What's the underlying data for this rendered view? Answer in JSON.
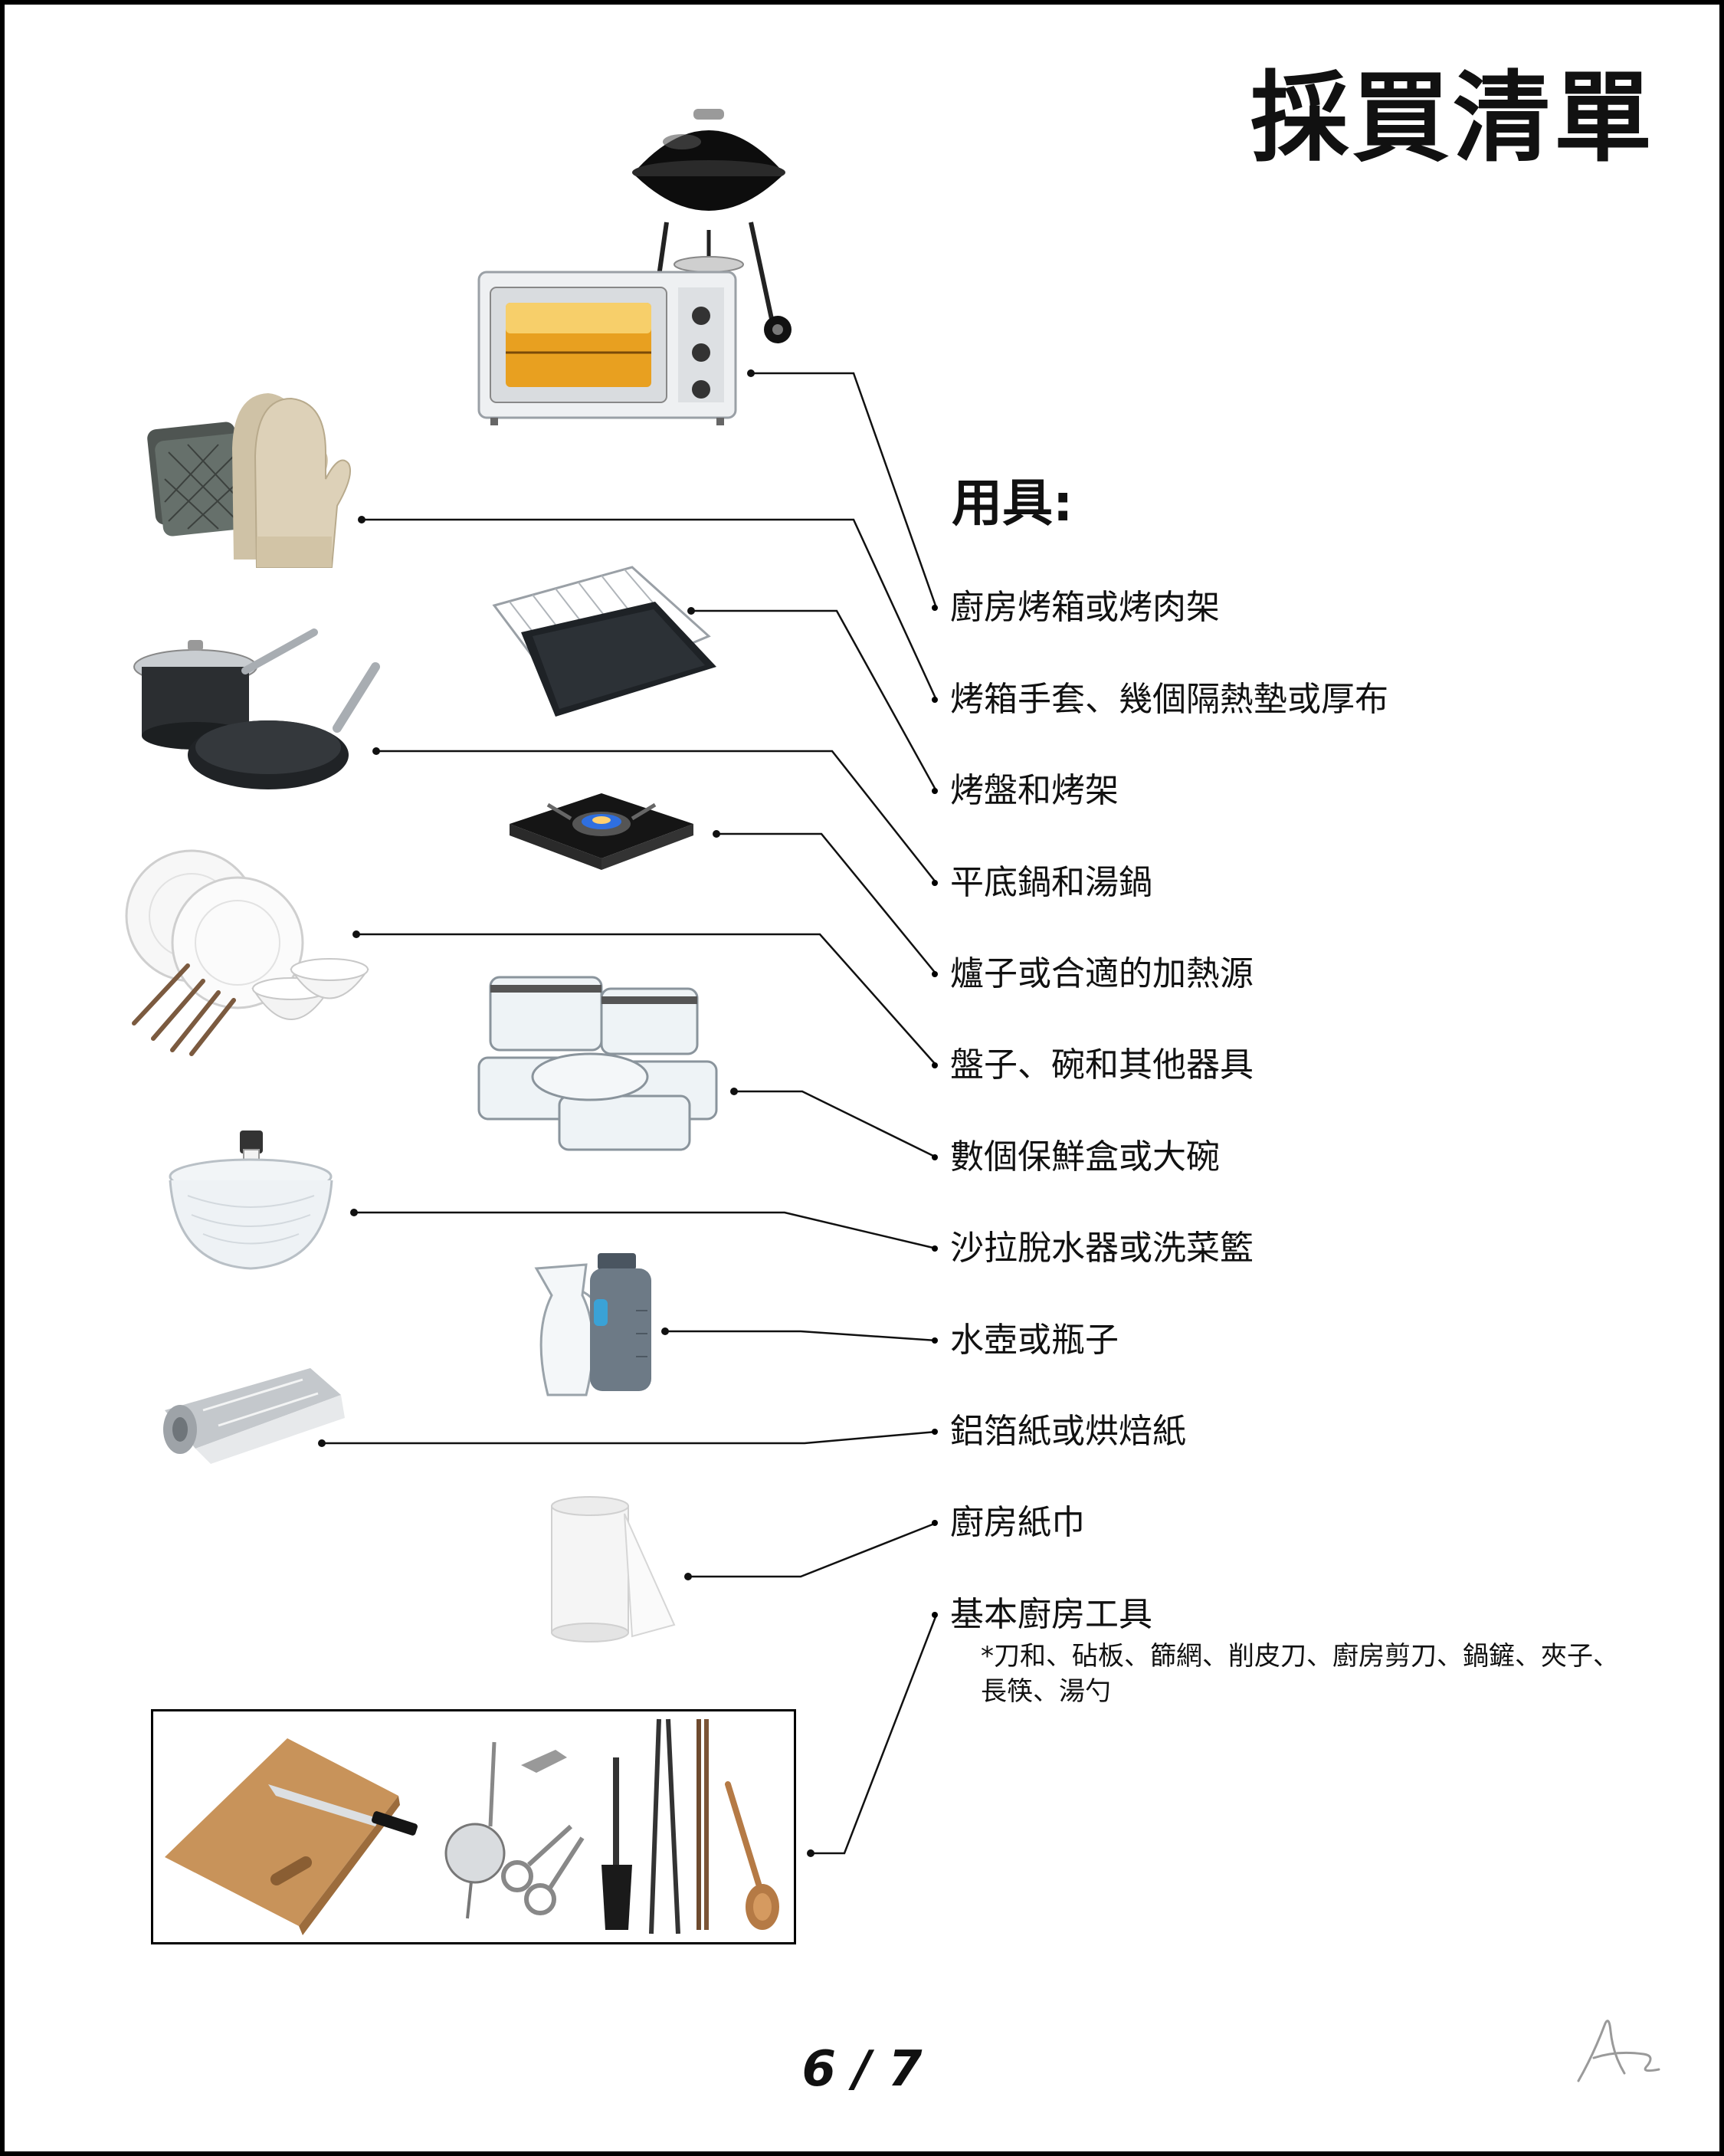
{
  "page": {
    "title": "採買清單",
    "page_number": "6 / 7"
  },
  "section": {
    "heading": "用具:"
  },
  "items": [
    {
      "label": "廚房烤箱或烤肉架",
      "icon": "oven-grill-icon"
    },
    {
      "label": "烤箱手套、幾個隔熱墊或厚布",
      "icon": "oven-mitts-icon"
    },
    {
      "label": "烤盤和烤架",
      "icon": "baking-tray-icon"
    },
    {
      "label": "平底鍋和湯鍋",
      "icon": "pots-pans-icon"
    },
    {
      "label": "爐子或合適的加熱源",
      "icon": "gas-stove-icon"
    },
    {
      "label": "盤子、碗和其他器具",
      "icon": "plates-bowls-icon"
    },
    {
      "label": "數個保鮮盒或大碗",
      "icon": "food-containers-icon"
    },
    {
      "label": "沙拉脫水器或洗菜籃",
      "icon": "salad-spinner-icon"
    },
    {
      "label": "水壺或瓶子",
      "icon": "pitcher-bottle-icon"
    },
    {
      "label": "鋁箔紙或烘焙紙",
      "icon": "aluminum-foil-icon"
    },
    {
      "label": "廚房紙巾",
      "icon": "paper-towel-icon"
    },
    {
      "label": "基本廚房工具",
      "icon": "kitchen-tools-icon",
      "note": "*刀和、砧板、篩網、削皮刀、廚房剪刀、鍋鏟、夾子、長筷、湯勺"
    }
  ],
  "colors": {
    "ink": "#111111",
    "oven_window": "#e8a020",
    "cast_iron": "#1a1a1a",
    "wood": "#c8935a",
    "steel": "#b8bcc0",
    "mitt": "#d8cbb2",
    "potholder": "#5a5f5c",
    "flame": "#2f6fe0"
  }
}
